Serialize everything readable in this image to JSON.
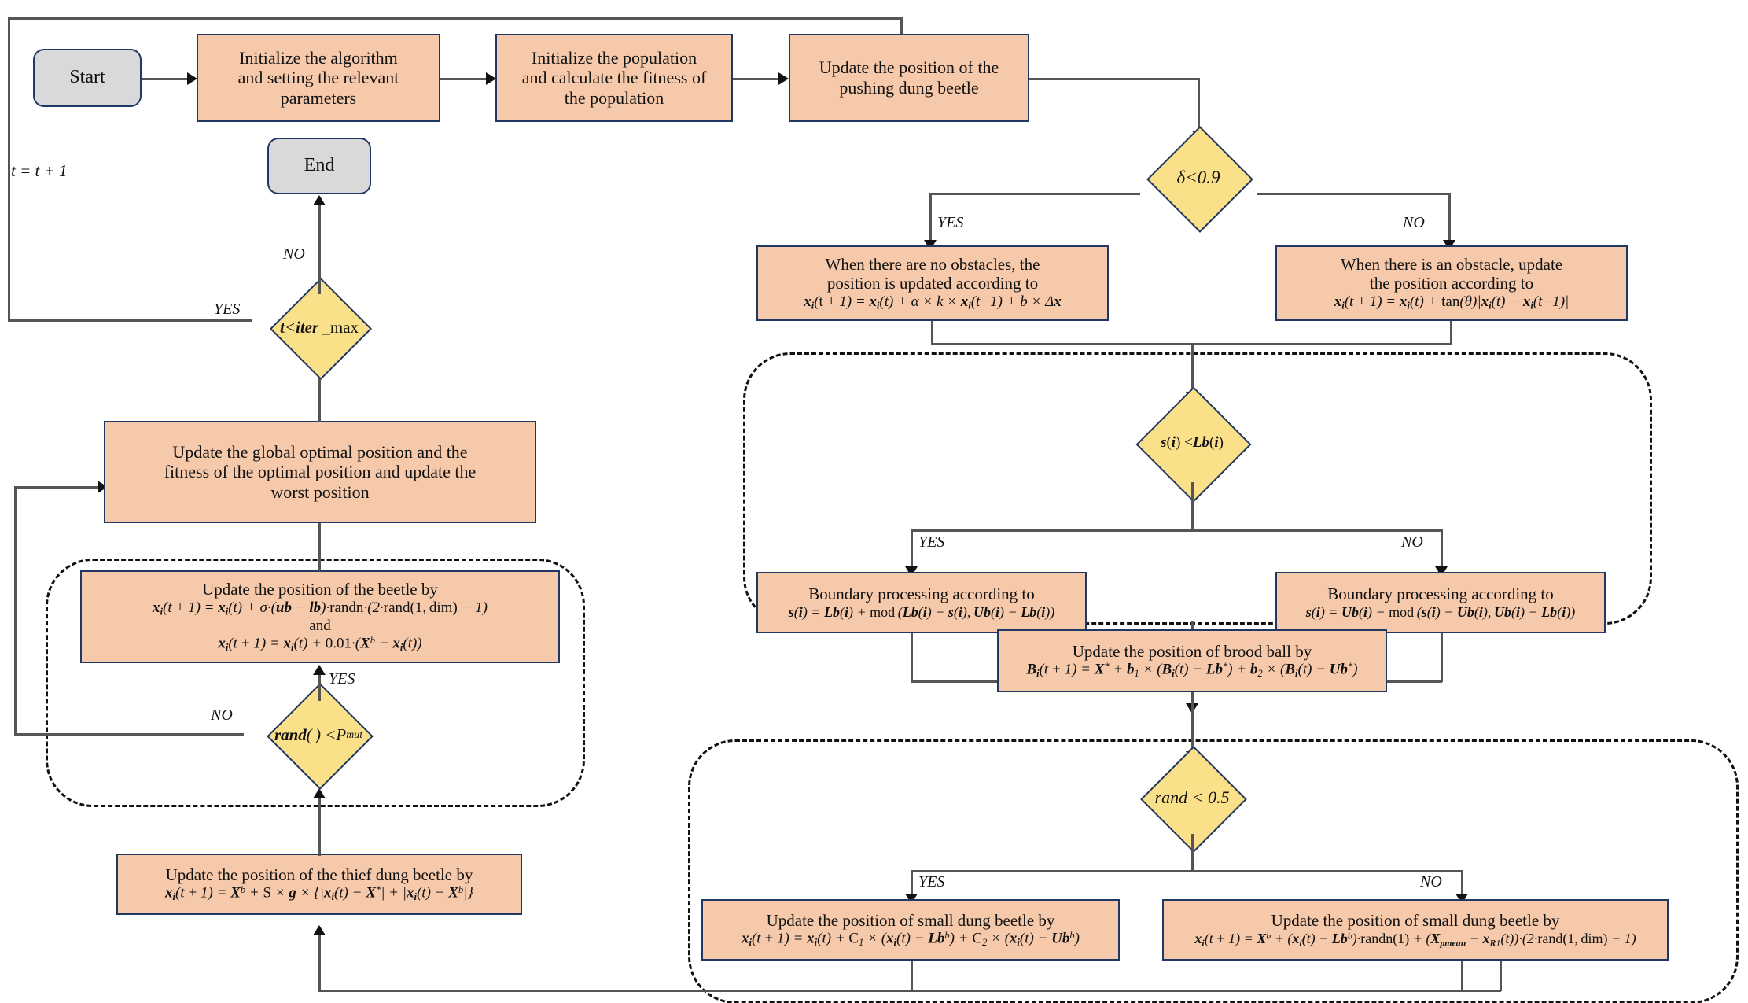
{
  "diagram": {
    "title": "Improved Dung Beetle Optimizer Algorithm Flowchart",
    "colors": {
      "process_fill": "#f7c9ab",
      "terminal_fill": "#d9d9d9",
      "decision_fill": "#fbe08a",
      "node_border": "#1f3864",
      "connector": "#555555",
      "arrow": "#111111"
    }
  },
  "nodes": {
    "start": {
      "label": "Start",
      "shape": "terminal"
    },
    "end": {
      "label": "End",
      "shape": "terminal"
    },
    "init_algorithm": {
      "line1": "Initialize the algorithm",
      "line2": "and setting the relevant",
      "line3": "parameters",
      "shape": "process"
    },
    "init_population": {
      "line1": "Initialize the population",
      "line2": "and calculate the fitness of",
      "line3": "the population",
      "shape": "process"
    },
    "update_pushing": {
      "line1": "Update the position of the",
      "line2": "pushing dung beetle",
      "shape": "process"
    },
    "no_obstacle": {
      "line1": "When there are no obstacles, the",
      "line2": "position is updated according to",
      "formula": "x_i(t+1) = x_i(t) + α × k × x_i(t-1) + b × Δx",
      "shape": "process"
    },
    "obstacle": {
      "line1": "When there is an obstacle, update",
      "line2": "the position according to",
      "formula": "x_i(t+1) = x_i(t) + tan(θ)|x_i(t) - x_i(t-1)|",
      "shape": "process"
    },
    "boundary_lower": {
      "line1": "Boundary processing according to",
      "formula": "s(i) = Lb(i) + mod(Lb(i) - s(i), Ub(i) - Lb(i))",
      "shape": "process"
    },
    "boundary_upper": {
      "line1": "Boundary processing according to",
      "formula": "s(i) = Ub(i) - mod(s(i) - Ub(i), Ub(i) - Lb(i))",
      "shape": "process"
    },
    "brood_ball": {
      "line1": "Update the position of brood ball by",
      "formula": "B_i(t+1) = X* + b_1 × (B_i(t) - Lb*) + b_2 × (B_i(t) - Ub*)",
      "shape": "process"
    },
    "small_beetle_yes": {
      "line1": "Update the position of small dung beetle by",
      "formula": "x_i(t+1) = x_i(t) + C_1 × (x_i(t) - Lb^b) + C_2 × (x_i(t) - Ub^b)",
      "shape": "process"
    },
    "small_beetle_no": {
      "line1": "Update the position of small dung beetle by",
      "formula": "x_i(t+1) = X^b + (x_i(t) - Lb^b)·randn(1) + (X_pmean - x_R1(t))·(2·rand(1,dim)-1)",
      "shape": "process"
    },
    "thief_beetle": {
      "line1": "Update the position of the thief dung beetle by",
      "formula": "x_i(t+1) = X^b + S × g × {|x_i(t) - X*| + |x_i(t) - X^b|}",
      "shape": "process"
    },
    "global_optimal": {
      "line1": "Update the global optimal position and the",
      "line2": "fitness of the optimal position and update the",
      "line3": "worst position",
      "shape": "process"
    },
    "beetle_mutation": {
      "line1": "Update the position of the beetle by",
      "formula1": "x_i(t+1) = x_i(t) + σ·(ub - lb)·randn·(2·rand(1,dim)-1)",
      "and": "and",
      "formula2": "x_i(t+1) = x_i(t) + 0.01·(X^b - x_i(t))",
      "shape": "process"
    }
  },
  "decisions": {
    "delta": {
      "label": "δ<0.9",
      "yes": "YES",
      "no": "NO"
    },
    "s_lt_lb": {
      "label": "s(i) < Lb(i)",
      "yes": "YES",
      "no": "NO"
    },
    "rand_half": {
      "label": "rand < 0.5",
      "yes": "YES",
      "no": "NO"
    },
    "rand_pmut": {
      "label": "rand( ) < P_mut",
      "yes": "YES",
      "no": "NO"
    },
    "iter_max": {
      "label": "t < iter_max",
      "yes": "YES",
      "no": "NO"
    }
  },
  "edge_labels": {
    "t_increment": "t = t + 1"
  }
}
